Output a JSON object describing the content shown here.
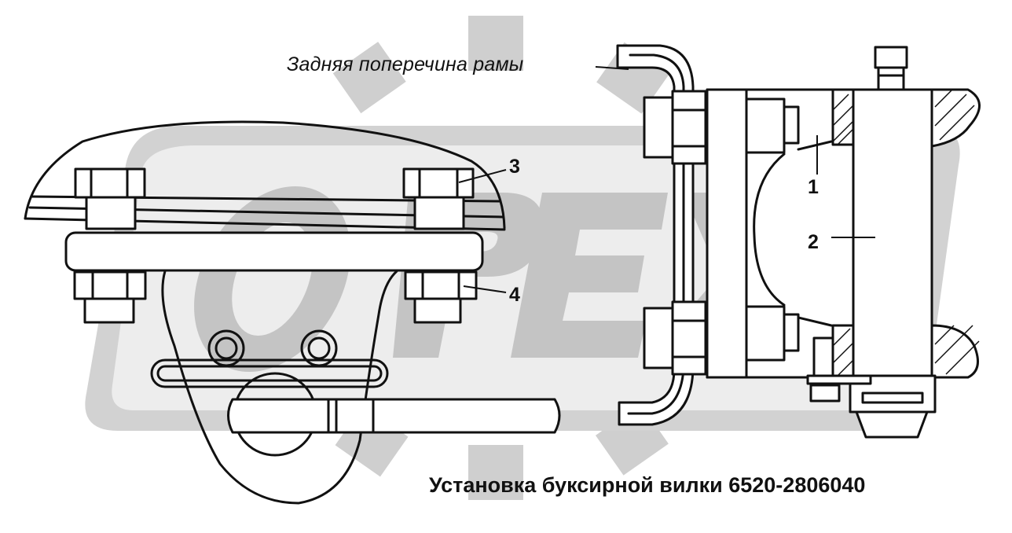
{
  "diagram": {
    "frame_label": "Задняя поперечина рамы",
    "callouts": [
      "3",
      "4",
      "1",
      "2"
    ],
    "caption": "Установка буксирной вилки 6520-2806040",
    "watermark": "ОРЕХ",
    "colors": {
      "line": "#111111",
      "watermark": "#c8c8c8",
      "watermark_light": "#e2e2e2"
    }
  }
}
